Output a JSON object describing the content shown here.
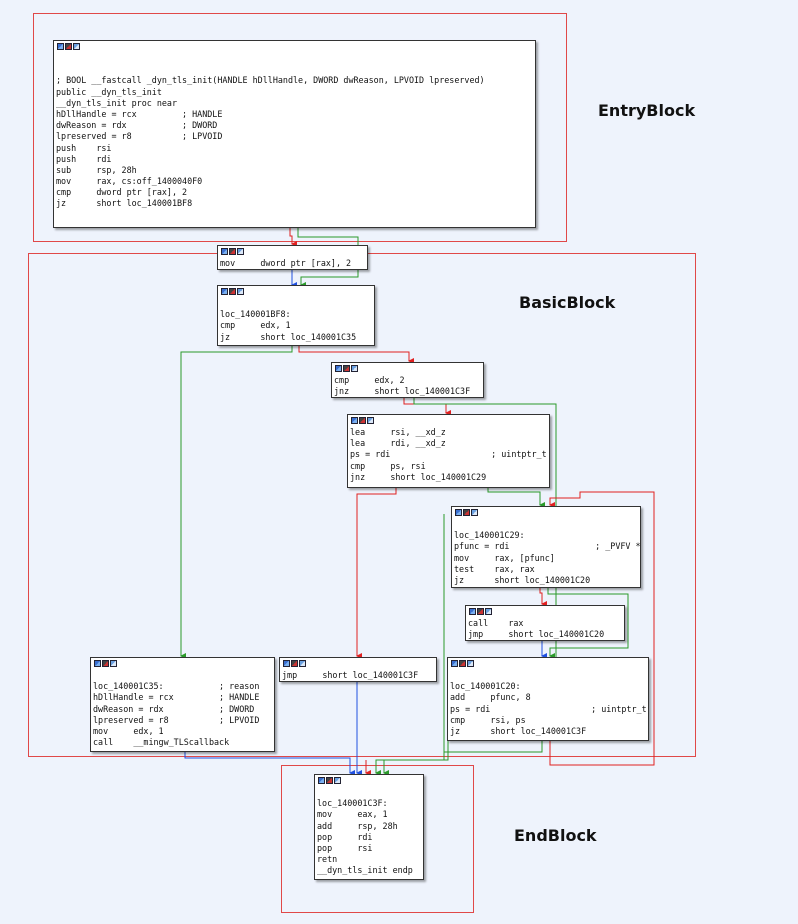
{
  "regions": {
    "entry": "EntryBlock",
    "basic": "BasicBlock",
    "end": "EndBlock"
  },
  "colors": {
    "background": "#eef3fc",
    "region_border": "#e04848",
    "edge_true": "#2a9a2a",
    "edge_false": "#e02020",
    "edge_uncond": "#2050e0"
  },
  "nodes": {
    "entry": {
      "lines": [
        "",
        "",
        "; BOOL __fastcall _dyn_tls_init(HANDLE hDllHandle, DWORD dwReason, LPVOID lpreserved)",
        "public __dyn_tls_init",
        "__dyn_tls_init proc near",
        "hDllHandle = rcx         ; HANDLE",
        "dwReason = rdx           ; DWORD",
        "lpreserved = r8          ; LPVOID",
        "push    rsi",
        "push    rdi",
        "sub     rsp, 28h",
        "mov     rax, cs:off_1400040F0",
        "cmp     dword ptr [rax], 2",
        "jz      short loc_140001BF8"
      ]
    },
    "mov2": {
      "lines": [
        "mov     dword ptr [rax], 2"
      ]
    },
    "bf8": {
      "lines": [
        "",
        "loc_140001BF8:",
        "cmp     edx, 1",
        "jz      short loc_140001C35"
      ]
    },
    "cmp2": {
      "lines": [
        "cmp     edx, 2",
        "jnz     short loc_140001C3F"
      ]
    },
    "lea": {
      "lines": [
        "lea     rsi, __xd_z",
        "lea     rdi, __xd_z",
        "ps = rdi                    ; uintptr_t",
        "cmp     ps, rsi",
        "jnz     short loc_140001C29"
      ]
    },
    "c29": {
      "lines": [
        "",
        "loc_140001C29:",
        "pfunc = rdi                 ; _PVFV *",
        "mov     rax, [pfunc]",
        "test    rax, rax",
        "jz      short loc_140001C20"
      ]
    },
    "call": {
      "lines": [
        "call    rax",
        "jmp     short loc_140001C20"
      ]
    },
    "c20": {
      "lines": [
        "",
        "loc_140001C20:",
        "add     pfunc, 8",
        "ps = rdi                    ; uintptr_t",
        "cmp     rsi, ps",
        "jz      short loc_140001C3F"
      ]
    },
    "c35": {
      "lines": [
        "",
        "loc_140001C35:           ; reason",
        "hDllHandle = rcx         ; HANDLE",
        "dwReason = rdx           ; DWORD",
        "lpreserved = r8          ; LPVOID",
        "mov     edx, 1",
        "call    __mingw_TLScallback"
      ]
    },
    "jmp": {
      "lines": [
        "jmp     short loc_140001C3F"
      ]
    },
    "c3f": {
      "lines": [
        "",
        "loc_140001C3F:",
        "mov     eax, 1",
        "add     rsp, 28h",
        "pop     rdi",
        "pop     rsi",
        "retn",
        "__dyn_tls_init endp"
      ]
    }
  }
}
